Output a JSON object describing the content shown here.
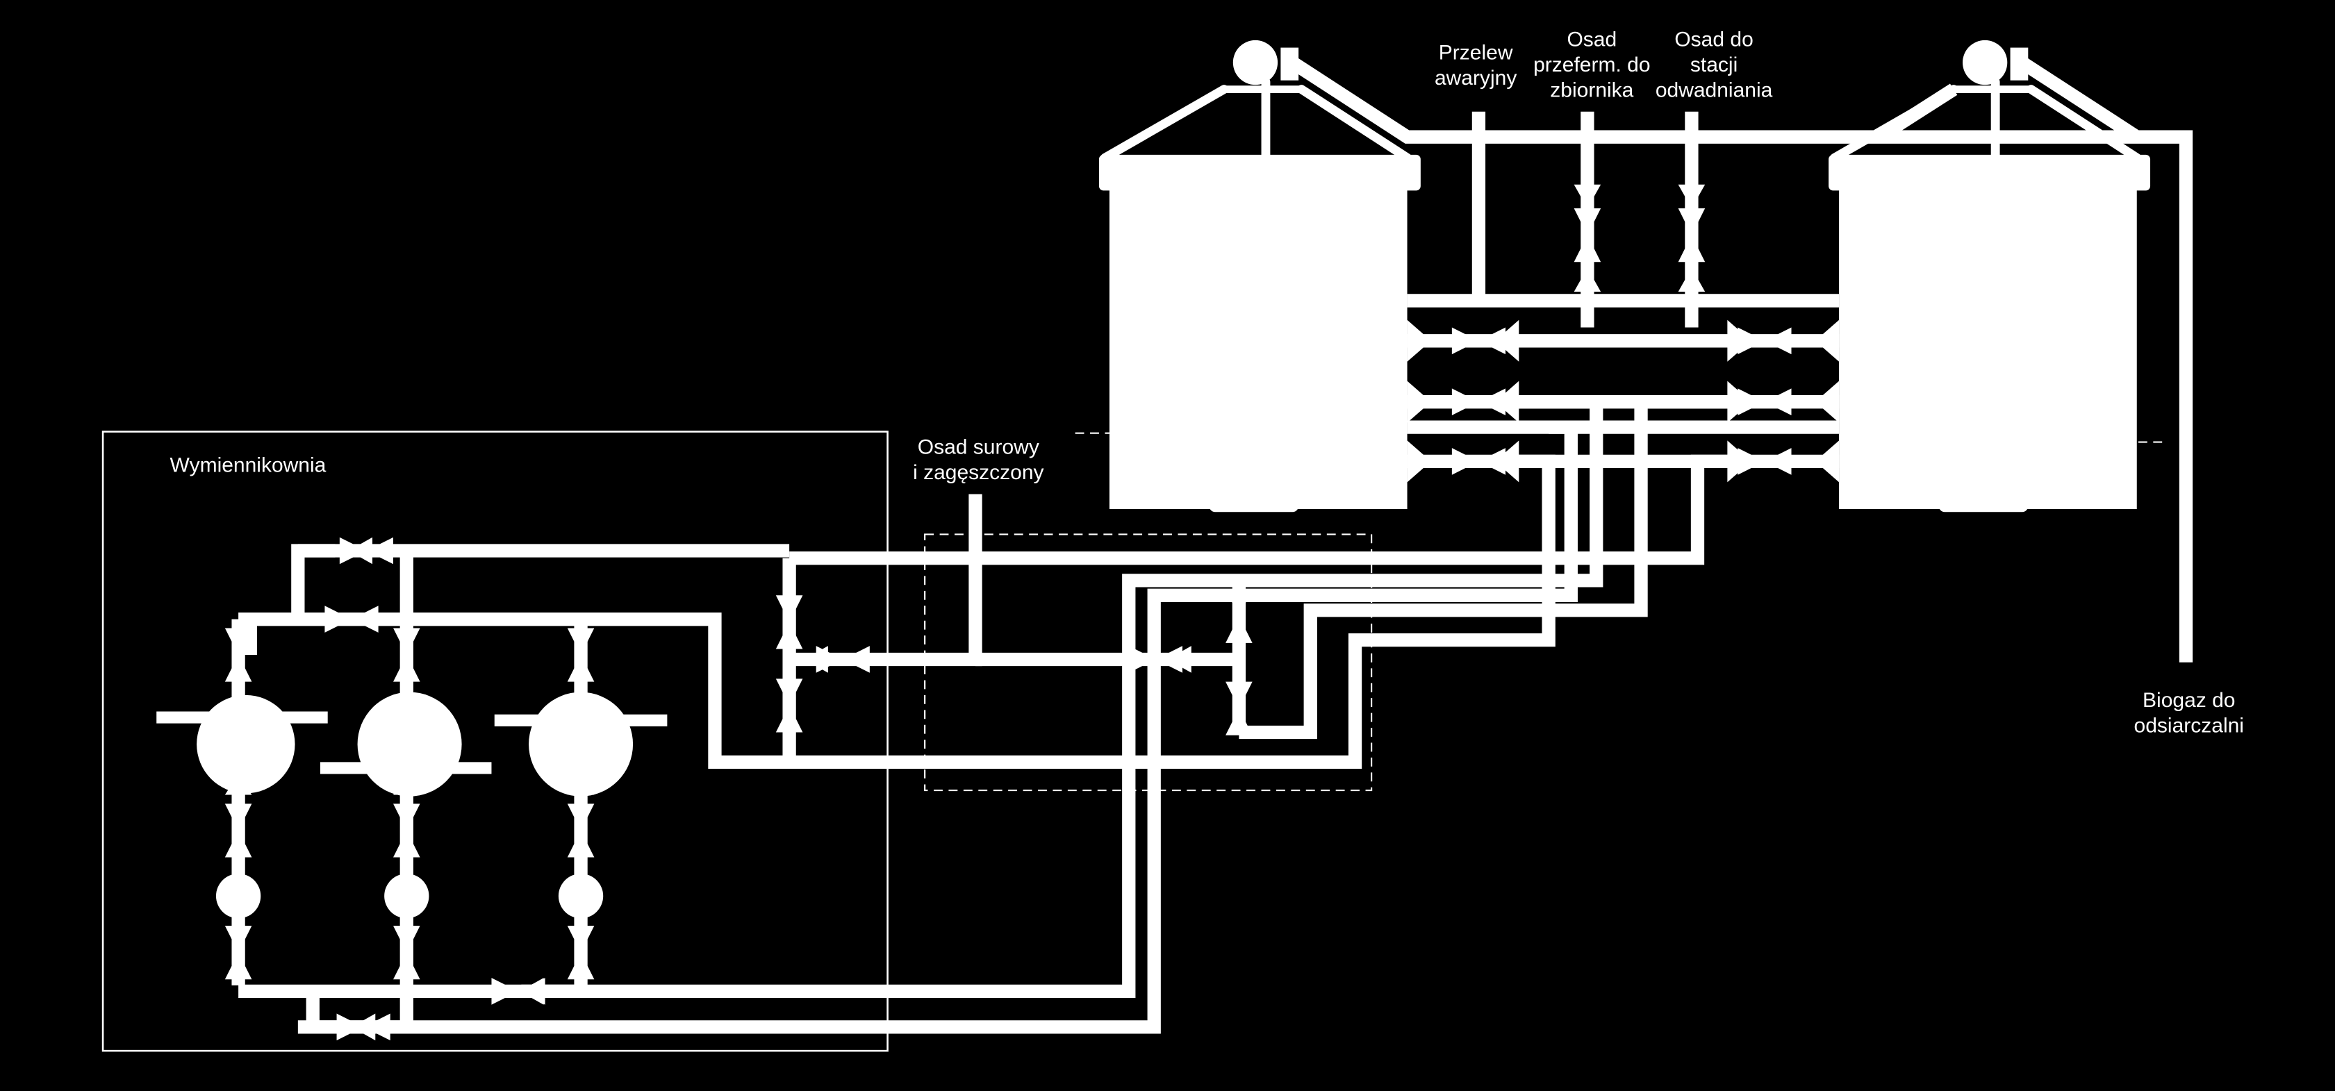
{
  "labels": {
    "wymiennikownia": "Wymiennikownia",
    "osad_surowy_1": "Osad surowy",
    "osad_surowy_2": "i zagęszczony",
    "przelew_1": "Przelew",
    "przelew_2": "awaryjny",
    "osad_przeferm_1": "Osad",
    "osad_przeferm_2": "przeferm. do",
    "osad_przeferm_3": "zbiornika",
    "osad_stacji_1": "Osad do",
    "osad_stacji_2": "stacji",
    "osad_stacji_3": "odwadniania",
    "biogaz_1": "Biogaz do",
    "biogaz_2": "odsiarczalni"
  },
  "colors": {
    "background": "#000000",
    "foreground": "#ffffff"
  }
}
